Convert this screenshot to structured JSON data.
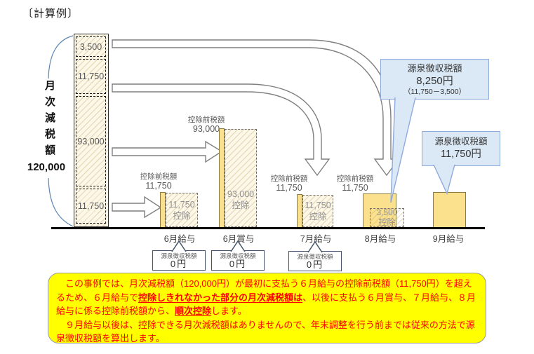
{
  "title": "〔計算例〕",
  "left_axis": {
    "label_vertical": "月次減税額",
    "total": "120,000",
    "segments": [
      {
        "value": "3,500"
      },
      {
        "value": "11,750"
      },
      {
        "value": "93,000"
      },
      {
        "value": "11,750"
      }
    ]
  },
  "bars": [
    {
      "pre_label": "控除前税額",
      "pre_value": "11,750",
      "deduct_value": "11,750",
      "deduct_suffix": "控除",
      "month": "6月給与",
      "tax_label": "源泉徴収税額",
      "tax_value": "0円"
    },
    {
      "pre_label": "控除前税額",
      "pre_value": "93,000",
      "deduct_value": "93,000",
      "deduct_suffix": "控除",
      "month": "6月賞与",
      "tax_label": "源泉徴収税額",
      "tax_value": "0円"
    },
    {
      "pre_label": "控除前税額",
      "pre_value": "11,750",
      "deduct_value": "11,750",
      "deduct_suffix": "控除",
      "month": "7月給与",
      "tax_label": "源泉徴収税額",
      "tax_value": "0円"
    },
    {
      "pre_label": "控除前税額",
      "pre_value": "11,750",
      "deduct_value": "3,500",
      "deduct_suffix": "控除",
      "month": "8月給与"
    },
    {
      "month": "9月給与"
    }
  ],
  "callouts": [
    {
      "title": "源泉徴収税額",
      "amount": "8,250円",
      "detail": "（11,750－3,500）"
    },
    {
      "title": "源泉徴収税額",
      "amount": "11,750円"
    }
  ],
  "note": {
    "p1": [
      {
        "text": "　この事例では、月次減税額（120,000円）が最初に支払う６月給与の控除前税額（11,750円）を超えるため、６月給与で"
      },
      {
        "text": "控除しきれなかった部分の月次減税額は"
      },
      {
        "text": "、以後に支払う６月賞与、７月給与、８月給与に係る控除前税額から、"
      },
      {
        "text": "順次控除"
      },
      {
        "text": "します。"
      }
    ],
    "p2": "　９月給与以後は、控除できる月次減税額はありませんので、年末調整を行う前までは従来の方法で源泉徴収税額を算出します。"
  },
  "colors": {
    "bar_yellow": "#fbe18d",
    "hatch_cream": "#fdf7e7",
    "callout_blue_fill": "#dbe9f6",
    "callout_blue_border": "#8faadc",
    "note_yellow": "#ffff00",
    "note_text_red": "#ff0000",
    "taxbox_border": "#44546a"
  }
}
